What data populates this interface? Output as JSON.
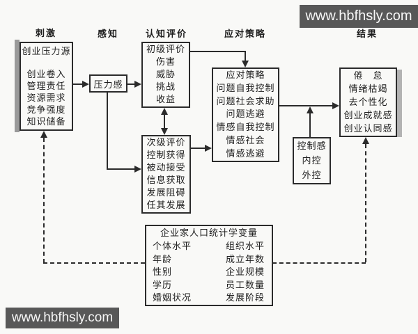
{
  "watermarks": {
    "top": "www.hbfhsly.com",
    "bottom": "www.hbfhsly.com"
  },
  "colors": {
    "line": "#2b2b2b",
    "watermark_bg": "#585858",
    "watermark_text": "#f7f7f7",
    "background": "#f9f9f7"
  },
  "stage_labels": {
    "stimulus": "刺激",
    "perception": "感知",
    "cognitive_appraisal": "认知评价",
    "coping_strategy": "应对策略",
    "outcome": "结果"
  },
  "boxes": {
    "stressors": {
      "title": "创业压力源",
      "items": [
        "创业卷入",
        "管理责任",
        "资源需求",
        "竞争强度",
        "知识储备"
      ]
    },
    "pressure": {
      "label": "压力感"
    },
    "primary_appraisal": {
      "title": "初级评价",
      "items": [
        "伤害",
        "威胁",
        "挑战",
        "收益"
      ]
    },
    "secondary_appraisal": {
      "title": "次级评价",
      "items": [
        "控制获得",
        "被动接受",
        "信息获取",
        "发展阻碍",
        "任其发展"
      ]
    },
    "coping": {
      "title": "应对策略",
      "items": [
        "问题自我控制",
        "问题社会求助",
        "问题逃避",
        "情感自我控制",
        "情感社会",
        "情感逃避"
      ]
    },
    "control": {
      "title": "控制感",
      "items": [
        "内控",
        "外控"
      ]
    },
    "outcome": {
      "title": "倦　怠",
      "items": [
        "情绪枯竭",
        "去个性化",
        "创业成就感",
        "创业认同感"
      ]
    },
    "demographics": {
      "title": "企业家人口统计学变量",
      "individual": {
        "header": "个体水平",
        "items": [
          "年龄",
          "性别",
          "学历",
          "婚姻状况"
        ]
      },
      "organizational": {
        "header": "组织水平",
        "items": [
          "成立年数",
          "企业规模",
          "员工数量",
          "发展阶段"
        ]
      }
    }
  }
}
